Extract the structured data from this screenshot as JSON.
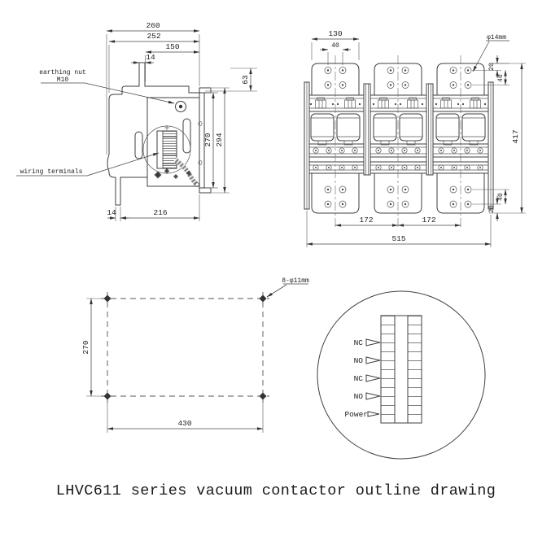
{
  "drawing": {
    "caption": "LHVC611 series vacuum contactor outline drawing",
    "side_view": {
      "labels": {
        "earthing_nut_line1": "earthing nut",
        "earthing_nut_line2": "M10",
        "wiring_terminals": "wiring terminals"
      },
      "dims": {
        "overall_width": "260",
        "body_width": "252",
        "top_width": "150",
        "tab_width": "14",
        "top_offset": "63",
        "plate_hole_span": "270",
        "plate_height": "294",
        "leg_width": "14",
        "base_depth": "216"
      }
    },
    "front_view": {
      "labels": {
        "terminal_hole": "φ14mm"
      },
      "dims": {
        "plate_width": "130",
        "hole_spacing_h": "40",
        "hole_edge_top": "20",
        "hole_row_top": "40",
        "overall_height": "417",
        "hole_row_bottom": "40",
        "hole_edge_bottom": "20",
        "pole_pitch_left": "172",
        "pole_pitch_right": "172",
        "overall_width": "515"
      }
    },
    "mounting_view": {
      "labels": {
        "holes": "8-φ11mm"
      },
      "dims": {
        "hole_span_v": "270",
        "hole_span_h": "430"
      }
    },
    "detail_view": {
      "labels": [
        "NC",
        "NO",
        "NC",
        "NO",
        "Power"
      ]
    }
  }
}
